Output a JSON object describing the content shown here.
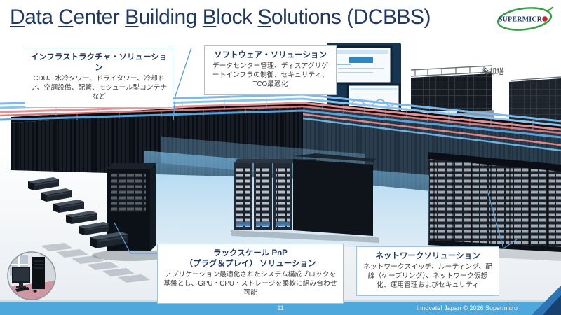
{
  "title": {
    "parts": [
      "D",
      "ata ",
      "C",
      "enter ",
      "B",
      "uilding ",
      "B",
      "lock ",
      "S",
      "olutions (DCBBS)"
    ]
  },
  "logo": {
    "text": "SUPERMICRO"
  },
  "callouts": {
    "infrastructure": {
      "title": "インフラストラクチャ・ソリューション",
      "body": "CDU、水冷タワー、ドライタワー、冷却ドア、空調設備、配管、モジュール型コンテナ など"
    },
    "software": {
      "title": "ソフトウェア・ソリューション",
      "body": "データセンター管理、ディスアグリゲートインフラの制御、セキュリティ、TCO最適化"
    },
    "rack_pnp": {
      "title_line1": "ラックスケール PnP",
      "title_line2": "（プラグ＆プレイ） ソリューション",
      "body": "アプリケーション最適化されたシステム構成ブロックを基盤とし、GPU・CPU・ストレージを柔軟に組み合わせ可能"
    },
    "network": {
      "title": "ネットワークソリューション",
      "body": "ネットワークスイッチ、ルーティング、配線（ケーブリング）、ネットワーク仮想化、運用管理およびセキュリティ"
    }
  },
  "labels": {
    "cooling_tower": "冷却塔"
  },
  "footer": {
    "page_number": "11",
    "credit": "Innovate! Japan © 2026 Supermicro"
  },
  "colors": {
    "accent_blue": "#4FA8DC",
    "navy": "#1F3864",
    "callout_border": "#9DC3E6",
    "connector_blue": "#5B9BD5",
    "pipe_blue": "#6FB0E0",
    "pipe_red": "#E08888",
    "logo_green": "#35A048",
    "logo_red": "#CC2128"
  }
}
